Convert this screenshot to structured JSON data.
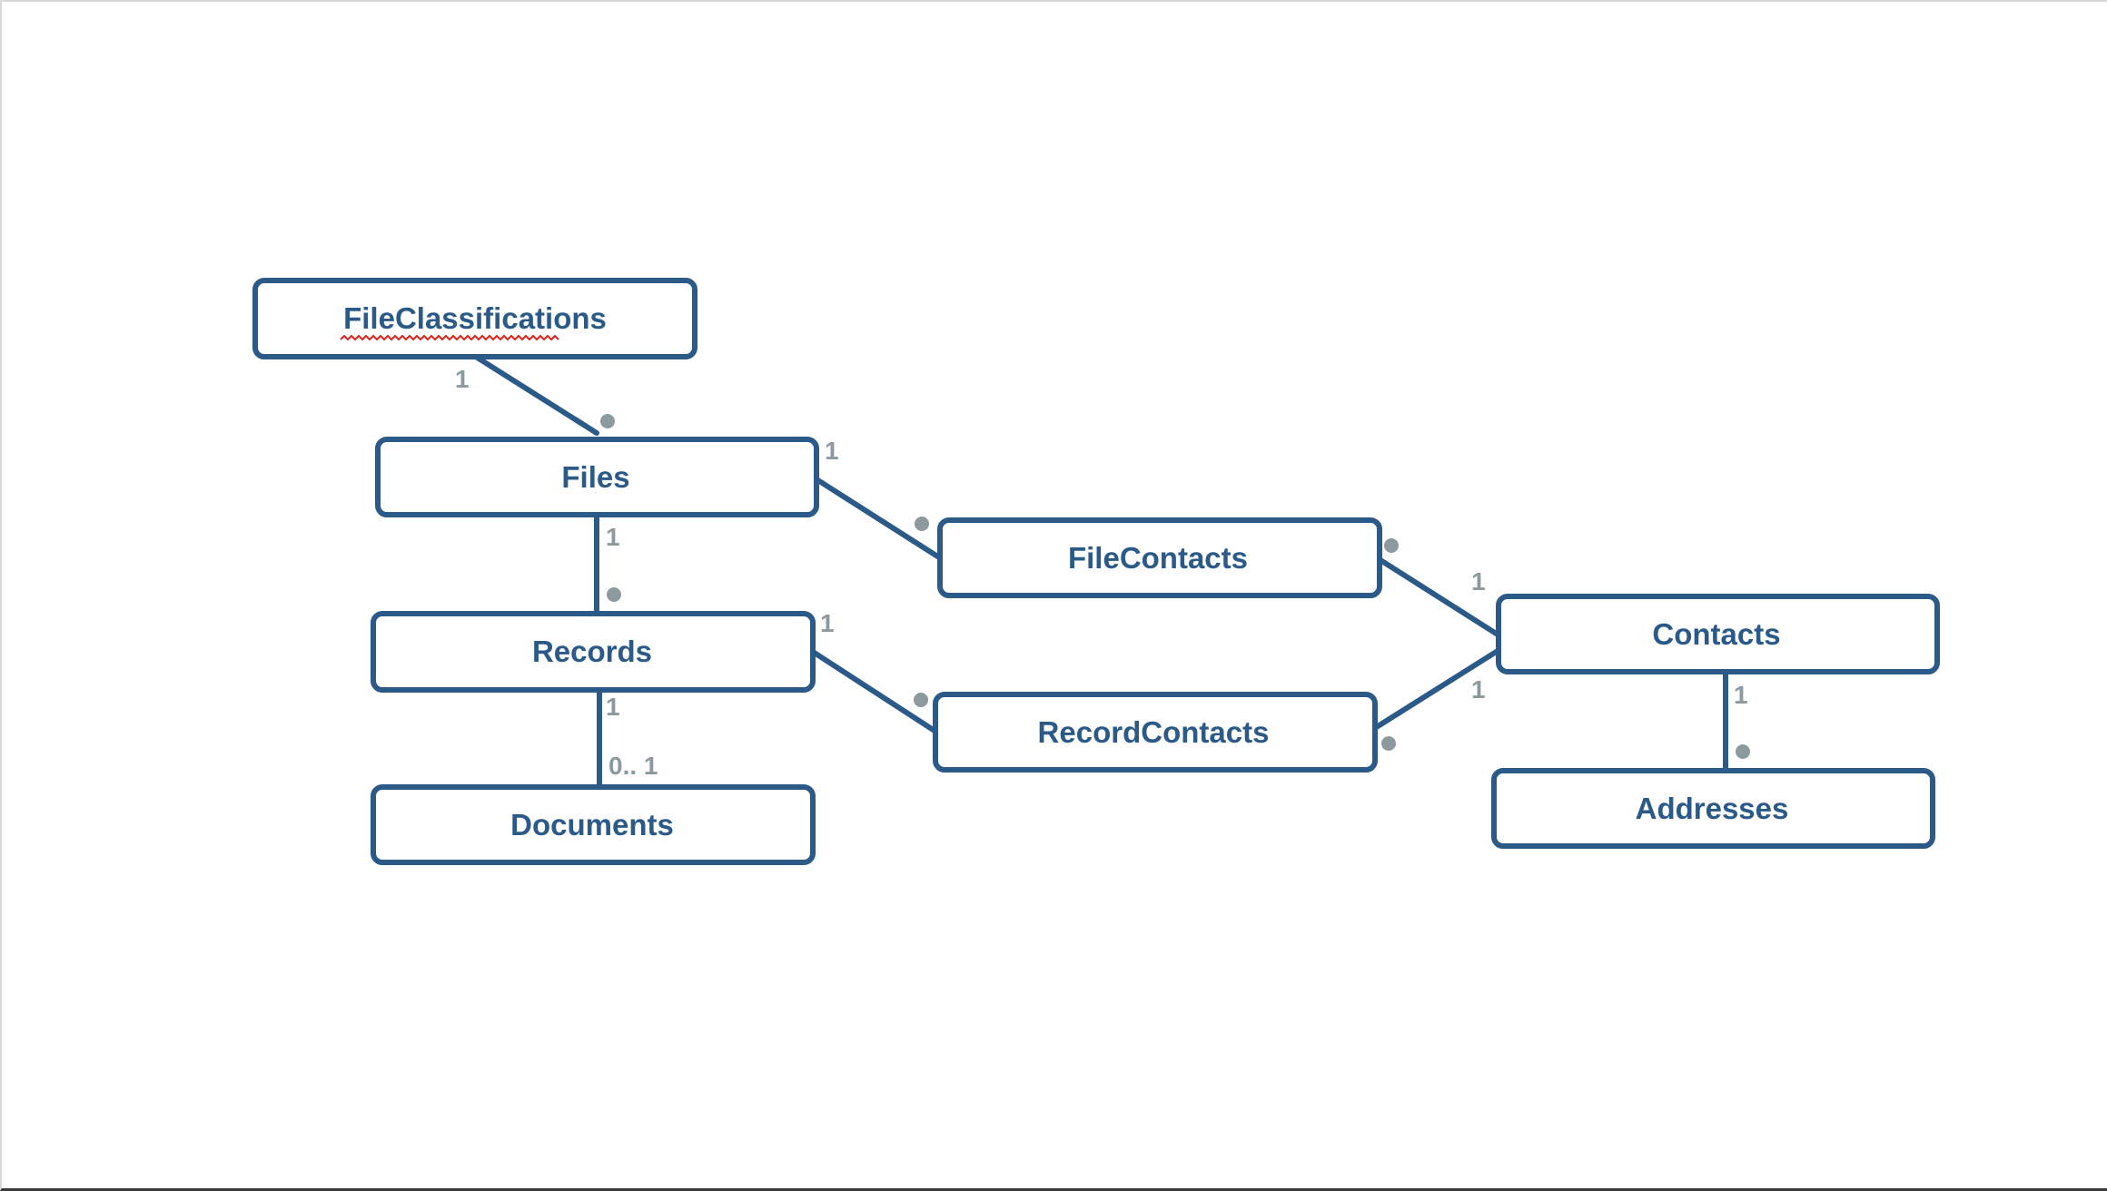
{
  "entities": {
    "file_classifications": "FileClassifications",
    "files": "Files",
    "records": "Records",
    "documents": "Documents",
    "file_contacts": "FileContacts",
    "record_contacts": "RecordContacts",
    "contacts": "Contacts",
    "addresses": "Addresses"
  },
  "cardinalities": {
    "file_classifications_to_files": "1",
    "files_to_file_contacts": "1",
    "files_to_records": "1",
    "records_to_record_contacts": "1",
    "records_to_documents": "1",
    "documents_from_records": "0.. 1",
    "contacts_to_file_contacts": "1",
    "contacts_to_record_contacts": "1",
    "contacts_to_addresses": "1"
  },
  "colors": {
    "entity_stroke": "#2c5a88",
    "cardinality_text": "#8c9aa0",
    "spellcheck_underline": "#e02020"
  }
}
